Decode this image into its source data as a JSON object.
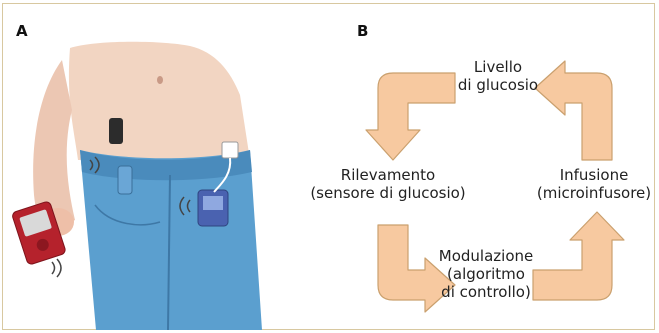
{
  "panel_a": {
    "letter": "A"
  },
  "panel_b": {
    "letter": "B",
    "cycle": [
      {
        "line1": "Livello",
        "line2": "di glucosio",
        "line3": ""
      },
      {
        "line1": "Infusione",
        "line2": "(microinfusore)",
        "line3": ""
      },
      {
        "line1": "Modulazione",
        "line2": "(algoritmo",
        "line3": "di controllo)"
      },
      {
        "line1": "Rilevamento",
        "line2": "(sensore di glucosio)",
        "line3": ""
      }
    ]
  },
  "colors": {
    "arrow_fill": "#f7c9a0",
    "arrow_stroke": "#caa06e",
    "border": "#d8c8a0",
    "jeans": "#5b9fcf",
    "skin": "#f2d5c2",
    "pump_red": "#b5222c"
  }
}
